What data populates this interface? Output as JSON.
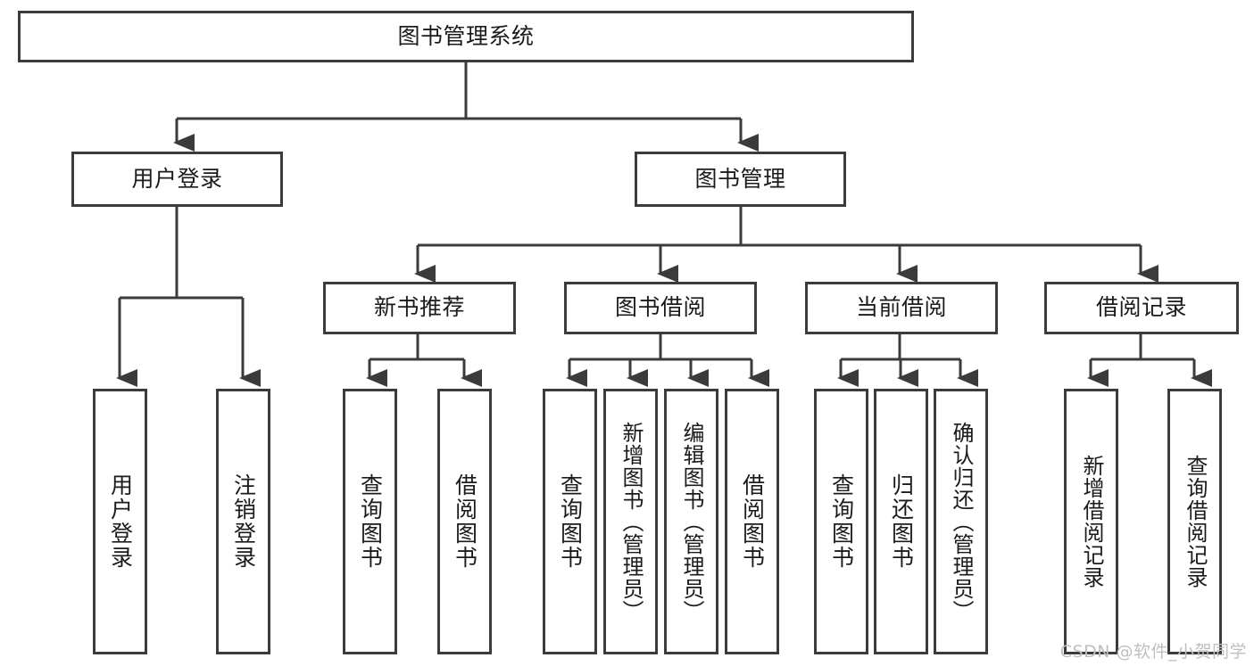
{
  "diagram": {
    "title": "图书管理系统",
    "type": "tree-hierarchy",
    "root": {
      "label": "图书管理系统"
    },
    "level2": [
      {
        "label": "用户登录"
      },
      {
        "label": "图书管理"
      }
    ],
    "level3": [
      {
        "label": "新书推荐"
      },
      {
        "label": "图书借阅"
      },
      {
        "label": "当前借阅"
      },
      {
        "label": "借阅记录"
      }
    ],
    "leaves": {
      "user_login": [
        {
          "label": "用户登录"
        },
        {
          "label": "注销登录"
        }
      ],
      "new_book_recommend": [
        {
          "label": "查询图书"
        },
        {
          "label": "借阅图书"
        }
      ],
      "book_borrow": [
        {
          "label": "查询图书"
        },
        {
          "label": "新增图书（管理员）"
        },
        {
          "label": "编辑图书（管理员）"
        },
        {
          "label": "借阅图书"
        }
      ],
      "current_borrow": [
        {
          "label": "查询图书"
        },
        {
          "label": "归还图书"
        },
        {
          "label": "确认归还（管理员）"
        }
      ],
      "borrow_record": [
        {
          "label": "新增借阅记录"
        },
        {
          "label": "查询借阅记录"
        }
      ]
    }
  },
  "watermark": {
    "text": "CSDN @软件_小贺同学"
  },
  "colors": {
    "stroke": "#3b3b3b",
    "text": "#1b1b1b",
    "background": "#ffffff",
    "watermark": "#bfbfbf"
  }
}
